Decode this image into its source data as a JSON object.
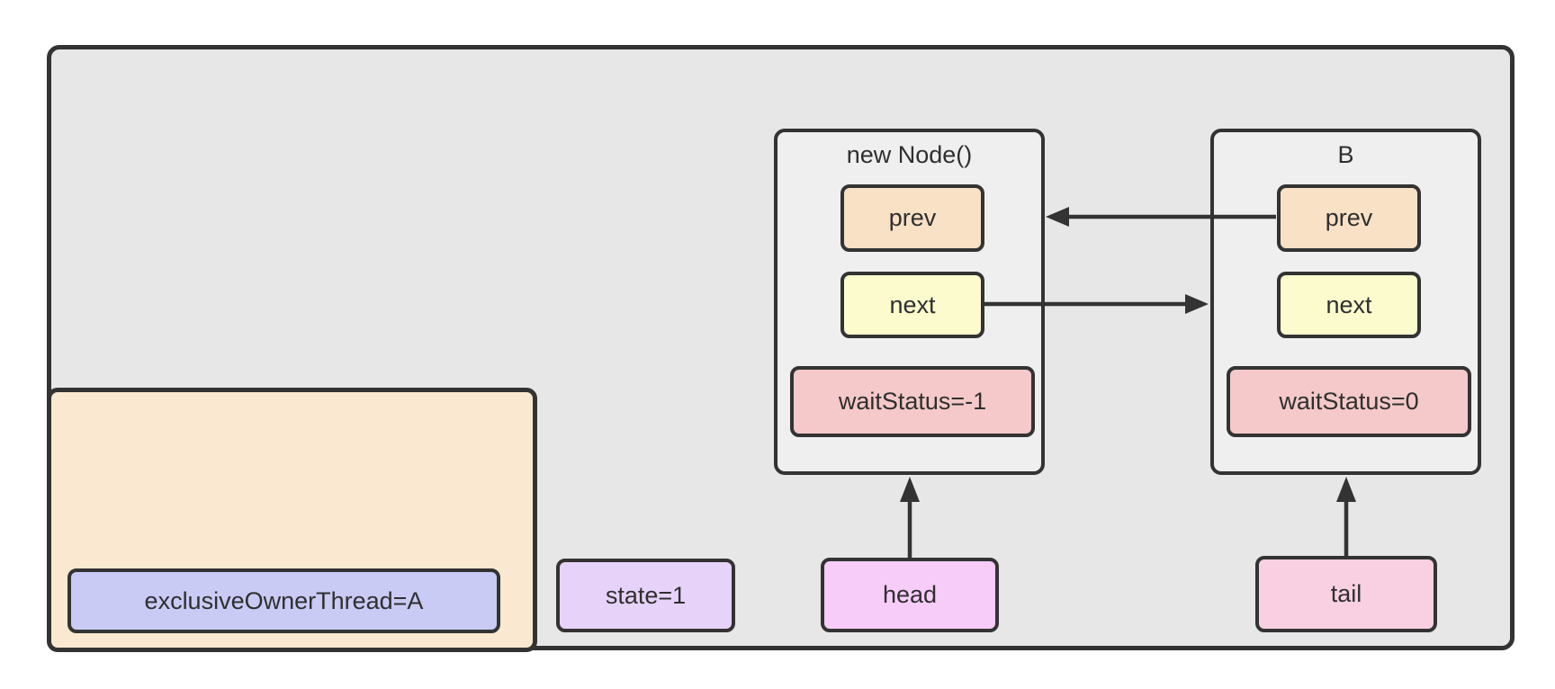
{
  "palette": {
    "canvas-bg": "#ffffff",
    "outer-fill": "#e7e7e7",
    "node-fill": "#efeff0",
    "stroke": "#333333",
    "text": "#2f2f2f",
    "orange-fill": "#fae8d0",
    "peach": "#f8e1c5",
    "yellow": "#fbfbce",
    "red-pink": "#f5c9c9",
    "magenta": "#f8ccf8",
    "pink": "#f9d0e2",
    "lavender": "#e7d3f9",
    "periwinkle": "#c9cbf5"
  },
  "nodes": [
    {
      "title": "new Node()",
      "prev_label": "prev",
      "next_label": "next",
      "wait_status": "waitStatus=-1"
    },
    {
      "title": "B",
      "prev_label": "prev",
      "next_label": "next",
      "wait_status": "waitStatus=0"
    }
  ],
  "labels": {
    "exclusive_owner": "exclusiveOwnerThread=A",
    "state": "state=1",
    "head": "head",
    "tail": "tail"
  },
  "arrows": [
    {
      "name": "b-prev-to-new-node",
      "from": "B.prev",
      "to": "new Node()",
      "direction": "left"
    },
    {
      "name": "new-node-next-to-b",
      "from": "new Node().next",
      "to": "B",
      "direction": "right"
    },
    {
      "name": "head-to-new-node",
      "from": "head",
      "to": "new Node()",
      "direction": "up"
    },
    {
      "name": "tail-to-b",
      "from": "tail",
      "to": "B",
      "direction": "up"
    }
  ]
}
